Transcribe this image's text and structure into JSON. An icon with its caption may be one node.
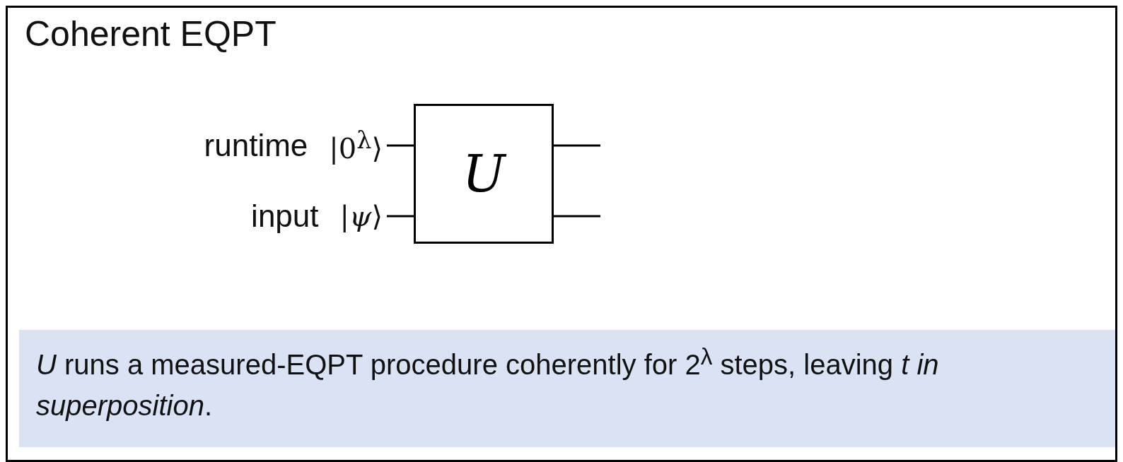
{
  "diagram": {
    "nodes": [
      {
        "text": [
          "Coherent EQPT"
        ]
      },
      {
        "text": [
          "|0$^{λ}$⟩"
        ],
        "beside": [
          "runtime"
        ],
        "in": 0
      },
      {
        "text": [
          "|*ψ*⟩"
        ],
        "beside": [
          "input"
        ],
        "in": 0
      },
      {
        "text": [
          "U"
        ],
        "in": 0
      },
      {
        "text": [
          "*U* runs a measured-EQPT procedure coherently for 2$^{λ}$ steps, leaving *t in superposition*."
        ],
        "in": 0
      }
    ],
    "edges": [
      {
        "from": 1,
        "to": 3,
        "arrow": "none"
      },
      {
        "from": 2,
        "to": 3,
        "arrow": "none"
      },
      {
        "from": 3,
        "to": null,
        "arrow": "none"
      },
      {
        "from": 3,
        "to": null,
        "arrow": "none"
      }
    ]
  }
}
